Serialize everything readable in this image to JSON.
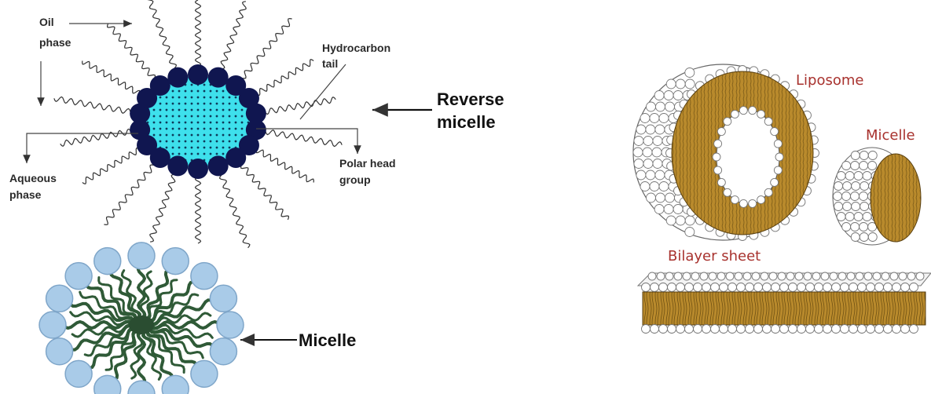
{
  "reverse_micelle": {
    "oil_phase": "Oil phase",
    "oil_line1": "Oil",
    "oil_line2": "phase",
    "hydro_line1": "Hydrocarbon",
    "hydro_line2": "tail",
    "reverse_line1": "Reverse",
    "reverse_line2": "micelle",
    "polar_line1": "Polar head",
    "polar_line2": "group",
    "aqueous_line1": "Aqueous",
    "aqueous_line2": "phase"
  },
  "micelle_left": {
    "label": "Micelle"
  },
  "right_panel": {
    "liposome": "Liposome",
    "micelle": "Micelle",
    "bilayer": "Bilayer sheet"
  },
  "colors": {
    "navy_head": "#101650",
    "cyan_core": "#3ee0ec",
    "light_blue_head": "#a9cbe8",
    "green_tail": "#2f5a37",
    "lipid_gold": "#b98a2c",
    "label_red": "#a8322e"
  }
}
